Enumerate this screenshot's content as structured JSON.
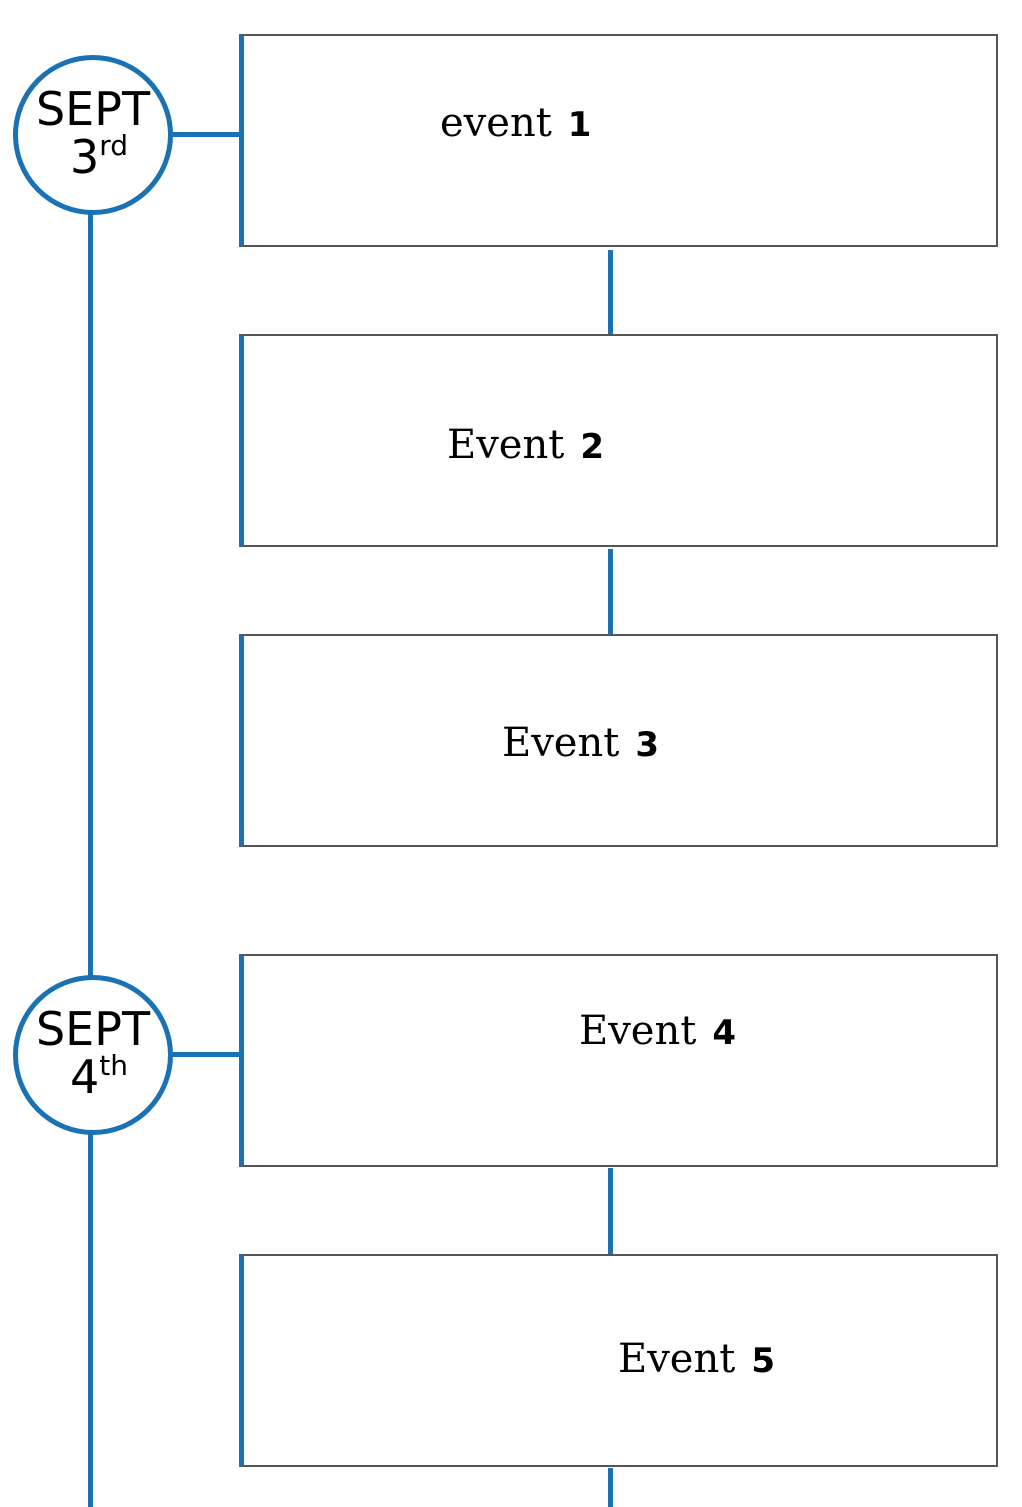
{
  "timeline": {
    "accent_color": "#1a72b5",
    "dates": [
      {
        "month": "SEPT",
        "day": "3",
        "suffix": "rd"
      },
      {
        "month": "SEPT",
        "day": "4",
        "suffix": "th"
      }
    ],
    "events": [
      {
        "word": "event",
        "number": "1"
      },
      {
        "word": "Event",
        "number": "2"
      },
      {
        "word": "Event",
        "number": "3"
      },
      {
        "word": "Event",
        "number": "4"
      },
      {
        "word": "Event",
        "number": "5"
      }
    ]
  }
}
